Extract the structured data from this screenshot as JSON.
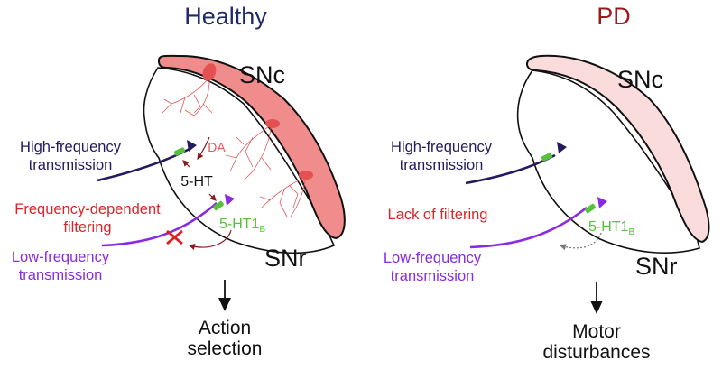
{
  "colors": {
    "healthy_title": "#1f2a6b",
    "pd_title": "#9b1b1b",
    "snc_healthy_fill": "#f08c8c",
    "snc_pd_fill": "#fbdcdc",
    "da_fiber": "#e05a5a",
    "high_freq": "#241a5e",
    "low_freq": "#8a2be2",
    "receptor": "#55c23a",
    "filter_text": "#d9262a",
    "arrow_5ht": "#8b1a1a"
  },
  "panels": [
    {
      "id": "healthy",
      "title": "Healthy",
      "snc_label": "SNc",
      "snr_label": "SNr",
      "high_freq_label": [
        "High-frequency",
        "transmission"
      ],
      "filter_label": [
        "Frequency-dependent",
        "filtering"
      ],
      "low_freq_label": [
        "Low-frequency",
        "transmission"
      ],
      "da_label": "DA",
      "serotonin_label": "5-HT",
      "receptor_label": "5-HT1",
      "receptor_subscript": "B",
      "outcome": [
        "Action",
        "selection"
      ]
    },
    {
      "id": "pd",
      "title": "PD",
      "snc_label": "SNc",
      "snr_label": "SNr",
      "high_freq_label": [
        "High-frequency",
        "transmission"
      ],
      "filter_label": [
        "Lack of filtering"
      ],
      "low_freq_label": [
        "Low-frequency",
        "transmission"
      ],
      "receptor_label": "5-HT1",
      "receptor_subscript": "B",
      "outcome": [
        "Motor",
        "disturbances"
      ]
    }
  ]
}
